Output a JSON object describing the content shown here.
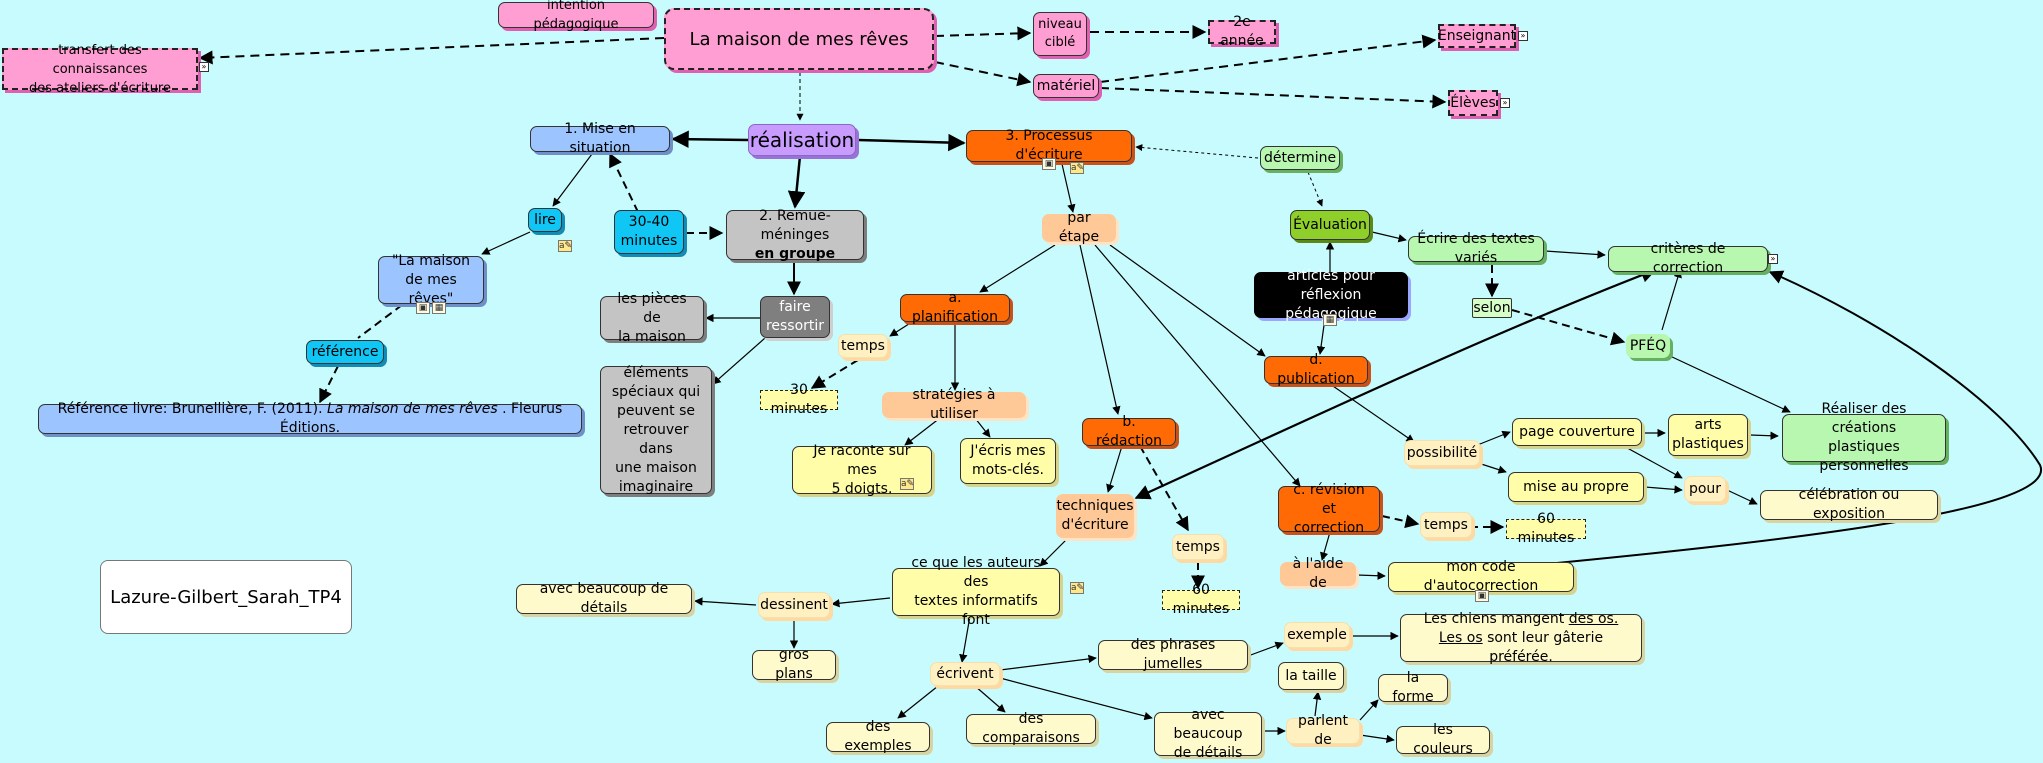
{
  "nodes": {
    "title": "La maison de mes rêves",
    "intention": "intention pédagogique",
    "transfert": "transfert des connaissances\ndes ateliers d'écriture",
    "niveau": "niveau\nciblé",
    "annee": "2e année",
    "materiel": "matériel",
    "enseignant": "Enseignant",
    "eleves": "Élèves",
    "realisation": "réalisation",
    "mise": "1. Mise en situation",
    "lire": "lire",
    "livre": "\"La maison\nde mes rêves\"",
    "reference": "référence",
    "refLine1": "Référence livre: Brunellière, F. (2011). ",
    "refItalic": "La maison de mes rêves",
    "refLine2": " . Fleurus Éditions.",
    "duree": "30-40\nminutes",
    "remue1": "2. Remue-méninges",
    "remue2": "en groupe",
    "pieces": "les pièces de\nla maison",
    "faire": "faire\nressortir",
    "elements": "éléments\nspéciaux qui\npeuvent se\nretrouver dans\nune maison\nimaginaire",
    "processus": "3. Processus d'écriture",
    "determine": "détermine",
    "evaluation": "Évaluation",
    "ecrire": "Écrire des textes variés",
    "criteres": "critères de correction",
    "selon": "selon",
    "pfeq": "PFÉQ",
    "realiser": "Réaliser des créations\nplastiques personnelles",
    "articles": "articles pour\nréflexion pédagogique",
    "paretape": "par étape",
    "planification": "a. planification",
    "temps1": "temps",
    "min30": "30 minutes",
    "strategies": "stratégies à utiliser",
    "raconte": "Je raconte sur mes\n5 doigts.",
    "ecris": "J'écris mes\nmots-clés.",
    "redaction": "b. rédaction",
    "techniques": "techniques\nd'écriture",
    "temps2": "temps",
    "min60a": "60 minutes",
    "publication": "d. publication",
    "possibilite": "possibilité",
    "couverture": "page couverture",
    "arts": "arts\nplastiques",
    "propre": "mise au propre",
    "pour": "pour",
    "celebration": "célébration ou exposition",
    "revision": "c. révision\net correction",
    "temps3": "temps",
    "min60b": "60 minutes",
    "aide": "à l'aide de",
    "code": "mon code d'autocorrection",
    "auteur": "Lazure-Gilbert_Sarah_TP4",
    "auteurs": "ce que les auteurs des\ntextes informatifs font",
    "dessinent": "dessinent",
    "detailsA": "avec beaucoup de détails",
    "gros": "gros plans",
    "ecrivent": "écrivent",
    "exemples": "des exemples",
    "comparaisons": "des comparaisons",
    "jumelles": "des phrases jumelles",
    "exemple": "exemple",
    "chiens1": "Les chiens mangent ",
    "chiens1u": "des os.",
    "chiens2u": "Les os",
    "chiens2": " sont leur gâterie préférée.",
    "detailsB": "avec beaucoup\nde détails",
    "parlent": "parlent de",
    "taille": "la taille",
    "forme": "la forme",
    "couleurs": "les couleurs"
  }
}
